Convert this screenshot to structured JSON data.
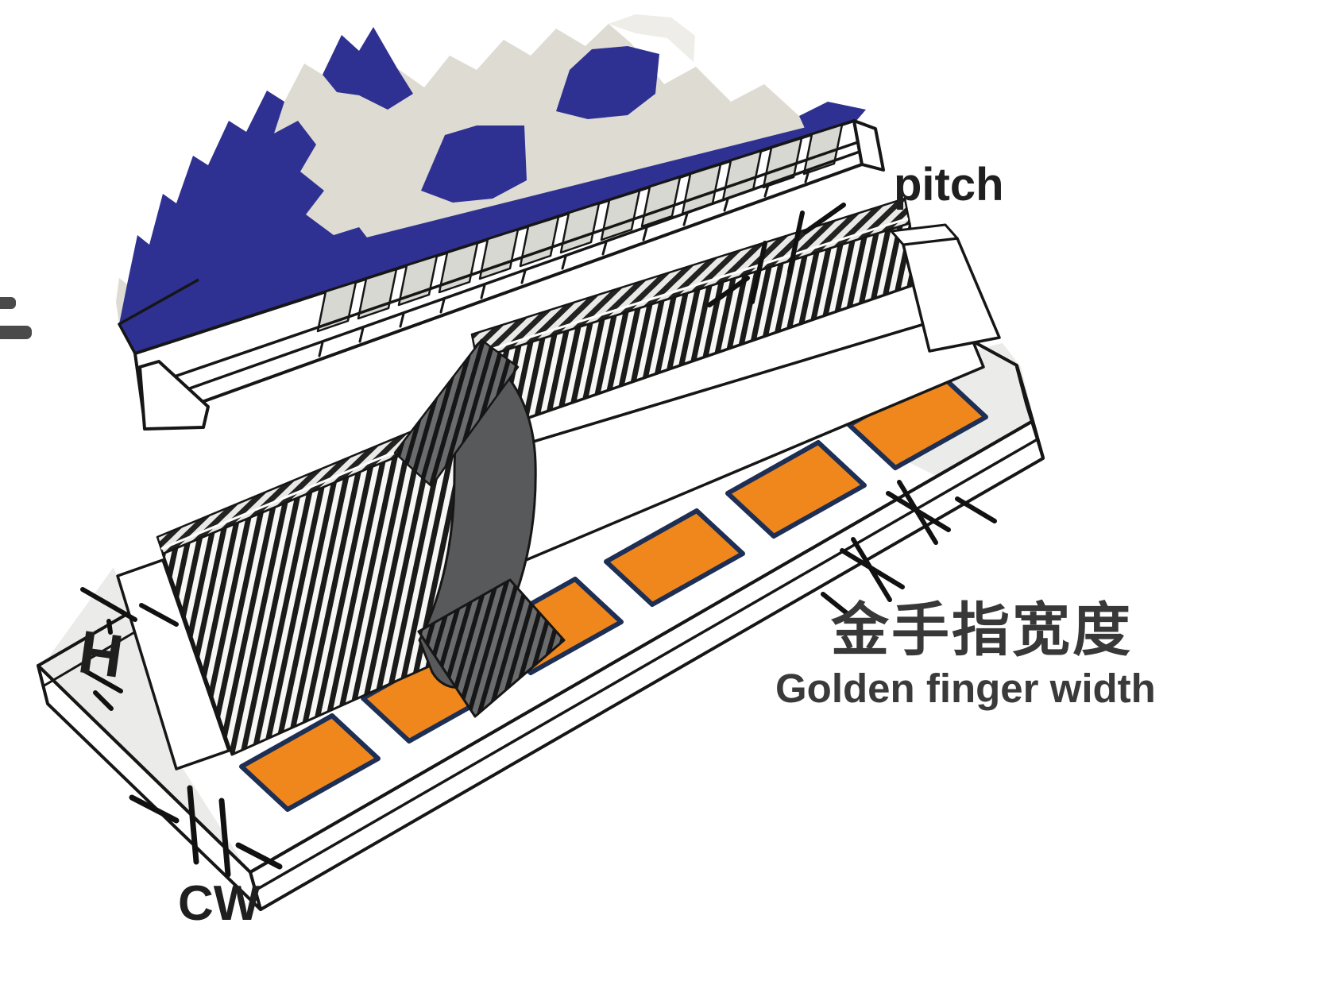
{
  "diagram": {
    "type": "isometric-technical-illustration",
    "subject": "zebra-elastomeric-connector-assembly",
    "labels": {
      "pitch": "pitch",
      "height": "H",
      "conductor_width": "CW",
      "golden_finger_width_cn": "金手指宽度",
      "golden_finger_width_en": "Golden finger width"
    },
    "colors": {
      "background": "#ffffff",
      "lcd_blue": "#2e3192",
      "glass_beige": "#dedbd2",
      "electrode_gray": "#d8d8d2",
      "pad_orange": "#f0871c",
      "pad_outline_navy": "#1d2f55",
      "stripe_black": "#1b1b1b",
      "stripe_gap_white": "#f7f7f5",
      "drape_gray": "#58595b",
      "pcb_white": "#ffffff",
      "pcb_shadow_gray": "#ebebe9",
      "outline_black": "#161616",
      "dimension_black": "#111111",
      "text_black": "#1f1f1f",
      "text_gray": "#3a3a3a"
    }
  }
}
